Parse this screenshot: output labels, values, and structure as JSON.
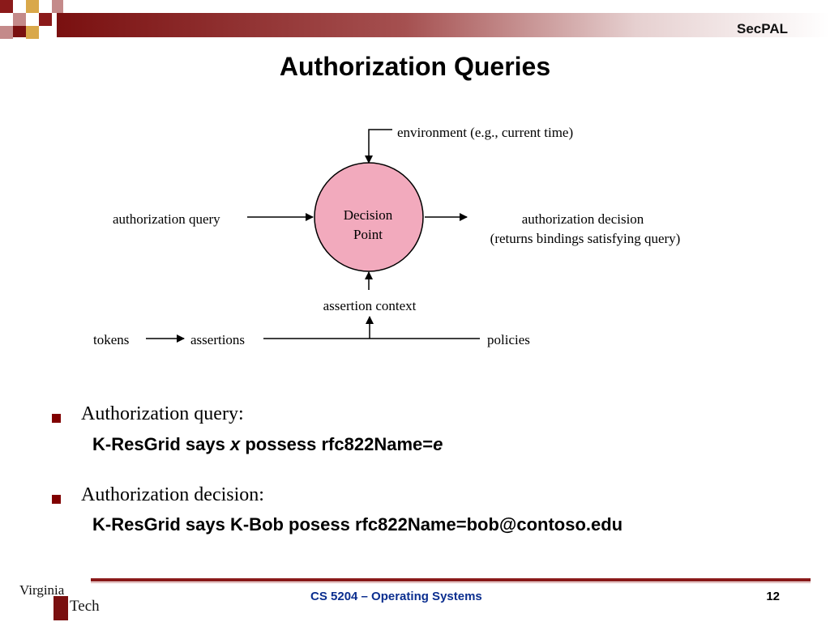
{
  "header": {
    "brand": "SecPAL"
  },
  "title": "Authorization Queries",
  "diagram": {
    "environment": "environment (e.g., current time)",
    "decision_point_line1": "Decision",
    "decision_point_line2": "Point",
    "auth_query": "authorization query",
    "auth_decision_line1": "authorization decision",
    "auth_decision_line2": "(returns bindings satisfying query)",
    "assertion_context": "assertion context",
    "tokens": "tokens",
    "assertions": "assertions",
    "policies": "policies",
    "node_fill": "#f2aabd"
  },
  "bullets": [
    {
      "heading": "Authorization query:",
      "code_prefix": "K-ResGrid says ",
      "code_var1": "x",
      "code_mid": " possess rfc822Name=",
      "code_var2": "e"
    },
    {
      "heading": "Authorization decision:",
      "code": "K-ResGrid says K-Bob posess rfc822Name=bob@contoso.edu"
    }
  ],
  "footer": {
    "course": "CS 5204 – Operating Systems",
    "page": "12",
    "logo_text_1": "Virginia",
    "logo_text_2": "Tech"
  },
  "colors": {
    "accent": "#800000",
    "course_text": "#0b2e8f"
  }
}
